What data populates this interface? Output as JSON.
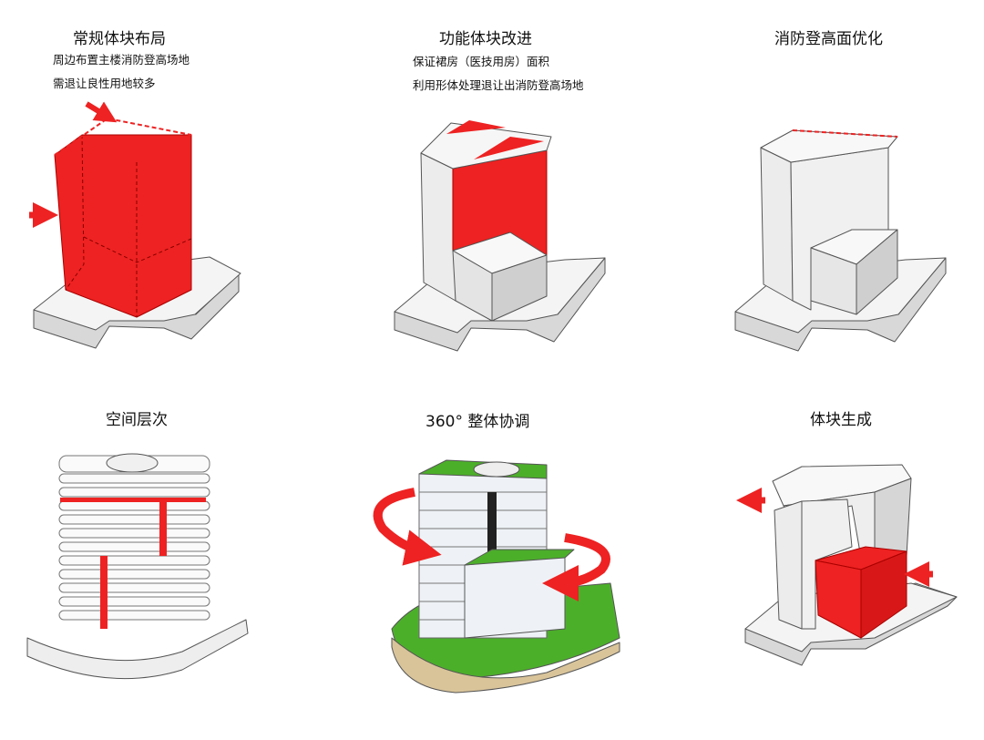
{
  "panels": [
    {
      "title": "常规体块布局",
      "notes": [
        "周边布置主楼消防登高场地",
        "需退让良性用地较多"
      ]
    },
    {
      "title": "功能体块改进",
      "notes": [
        "保证裙房（医技用房）面积",
        "利用形体处理退让出消防登高场地"
      ]
    },
    {
      "title": "消防登高面优化"
    },
    {
      "title": "空间层次"
    },
    {
      "title": "360°  整体协调"
    },
    {
      "title": "体块生成"
    }
  ],
  "colors": {
    "accent_red": "#ee2222",
    "roof_green": "#4caf2a",
    "mass_white": "#f2f2f2",
    "edge_gray": "#555555"
  }
}
